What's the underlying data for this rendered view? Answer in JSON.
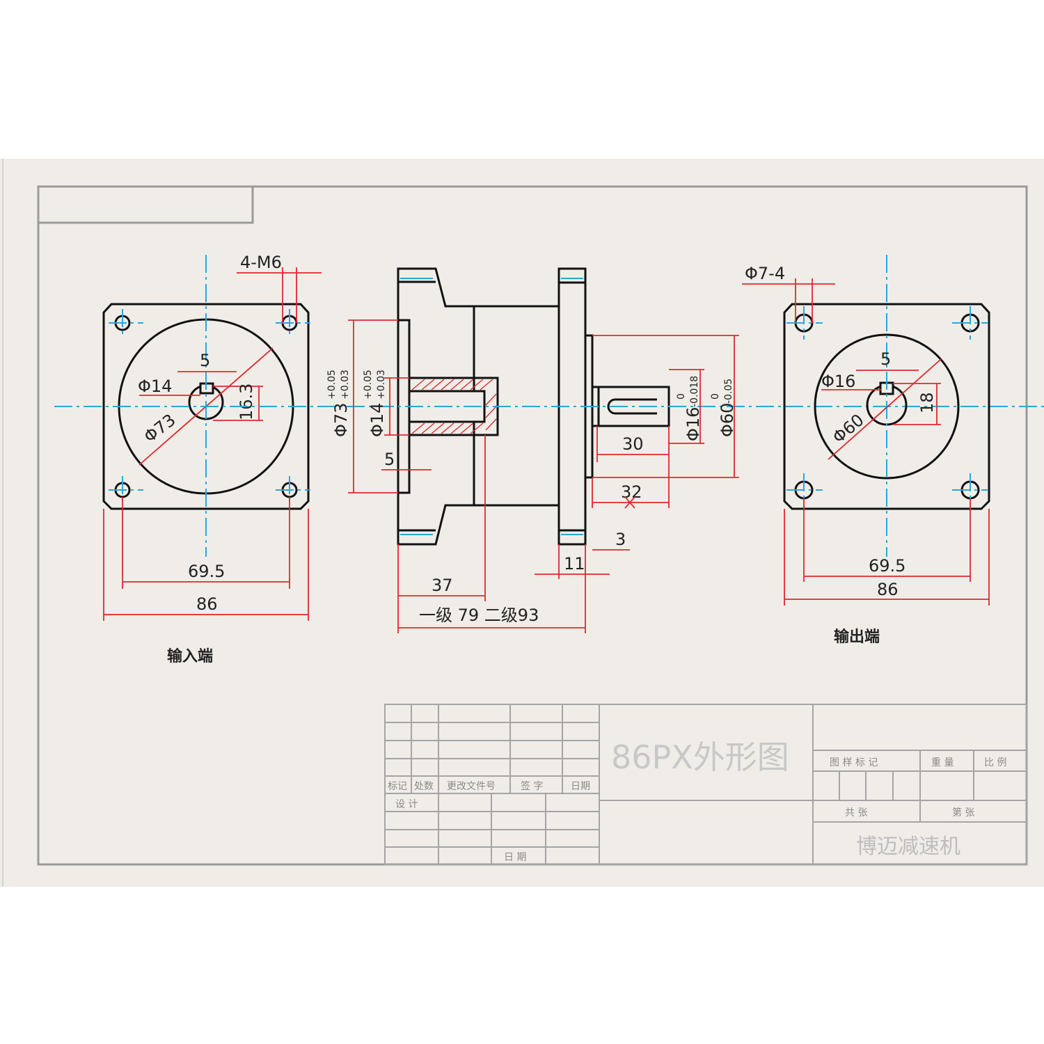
{
  "input_view": {
    "label": "输入端",
    "thread": "4-M6",
    "key_width": "5",
    "bore_dia": "Φ14",
    "bore_height": "16.3",
    "pcd": "Φ73",
    "hole_spacing": "69.5",
    "width": "86"
  },
  "side_view": {
    "pilot_dia": "Φ73",
    "pilot_tol_upper": "+0.05",
    "pilot_tol_lower": "+0.03",
    "bore_dia": "Φ14",
    "bore_tol_upper": "+0.05",
    "bore_tol_lower": "+0.03",
    "flange_thickness": "5",
    "bore_depth": "37",
    "length_label": "一级 79 二级93",
    "shaft_dia": "Φ16",
    "shaft_tol_upper": "0",
    "shaft_tol_lower": "-0.018",
    "output_pilot_dia": "Φ60",
    "output_pilot_tol_upper": "0",
    "output_pilot_tol_lower": "-0.05",
    "key_length": "30",
    "shaft_length": "32",
    "pilot_height": "3",
    "flange_width": "11"
  },
  "output_view": {
    "label": "输出端",
    "hole_spec": "Φ7-4",
    "key_width": "5",
    "shaft_dia": "Φ16",
    "shaft_height": "18",
    "pilot_dia": "Φ60",
    "hole_spacing": "69.5",
    "width": "86"
  },
  "title_block": {
    "drawing_title": "86PX外形图",
    "company": "博迈减速机",
    "rev_headers": [
      "标记",
      "处数",
      "更改文件号",
      "签 字",
      "日期"
    ],
    "design": "设 计",
    "date": "日 期",
    "meta_headers": [
      "图 样 标 记",
      "重 量",
      "比 例"
    ],
    "sheet_total": "共 张",
    "sheet_no": "第 张"
  },
  "colors": {
    "object_line": "#111111",
    "center_line": "#2aa7d8",
    "dimension_line": "#e0282c",
    "sheet": "#f0ede9"
  }
}
